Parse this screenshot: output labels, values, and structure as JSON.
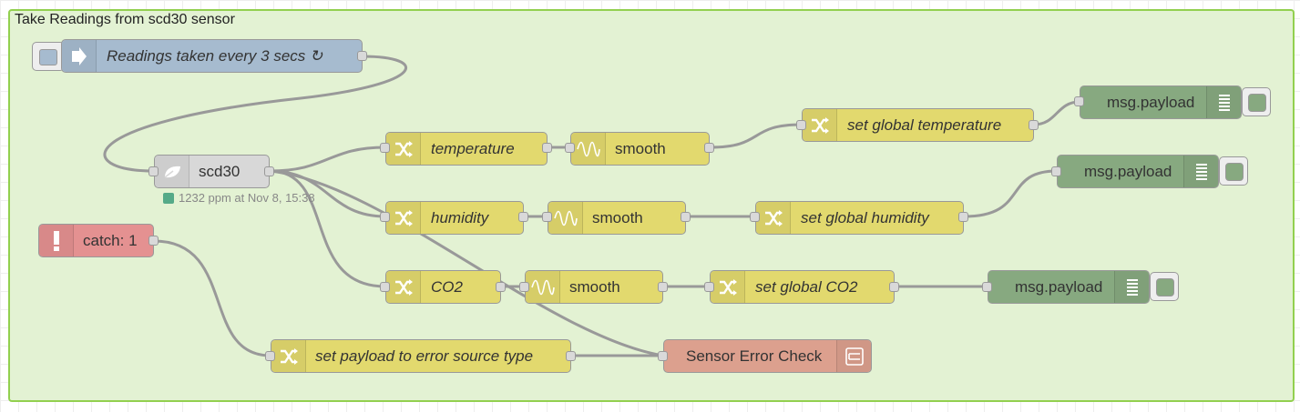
{
  "group": {
    "label": "Take Readings from scd30 sensor"
  },
  "colors": {
    "inject": "#a6bbcf",
    "change": "#e2d96e",
    "debug": "#87a980",
    "catch": "#e49191",
    "function": "#dca08e",
    "sensor": "#d8d8d8"
  },
  "nodes": {
    "inject": {
      "label": "Readings taken every 3 secs ↻",
      "icon": "arrow-right-icon"
    },
    "scd30": {
      "label": "scd30",
      "icon": "leaf-icon",
      "status": "1232 ppm at Nov 8, 15:38"
    },
    "catch": {
      "label": "catch: 1",
      "icon": "exclamation-icon"
    },
    "temperature": {
      "label": "temperature",
      "icon": "shuffle-icon"
    },
    "humidity": {
      "label": "humidity",
      "icon": "shuffle-icon"
    },
    "co2": {
      "label": "CO2",
      "icon": "shuffle-icon"
    },
    "smooth1": {
      "label": "smooth",
      "icon": "wave-icon"
    },
    "smooth2": {
      "label": "smooth",
      "icon": "wave-icon"
    },
    "smooth3": {
      "label": "smooth",
      "icon": "wave-icon"
    },
    "set_temp": {
      "label": "set global temperature",
      "icon": "shuffle-icon"
    },
    "set_hum": {
      "label": "set global humidity",
      "icon": "shuffle-icon"
    },
    "set_co2": {
      "label": "set global CO2",
      "icon": "shuffle-icon"
    },
    "set_err": {
      "label": "set payload to error source type",
      "icon": "shuffle-icon"
    },
    "sensor_err": {
      "label": "Sensor Error Check",
      "icon": "switch-icon"
    },
    "debug1": {
      "label": "msg.payload",
      "icon": "list-icon"
    },
    "debug2": {
      "label": "msg.payload",
      "icon": "list-icon"
    },
    "debug3": {
      "label": "msg.payload",
      "icon": "list-icon"
    }
  }
}
